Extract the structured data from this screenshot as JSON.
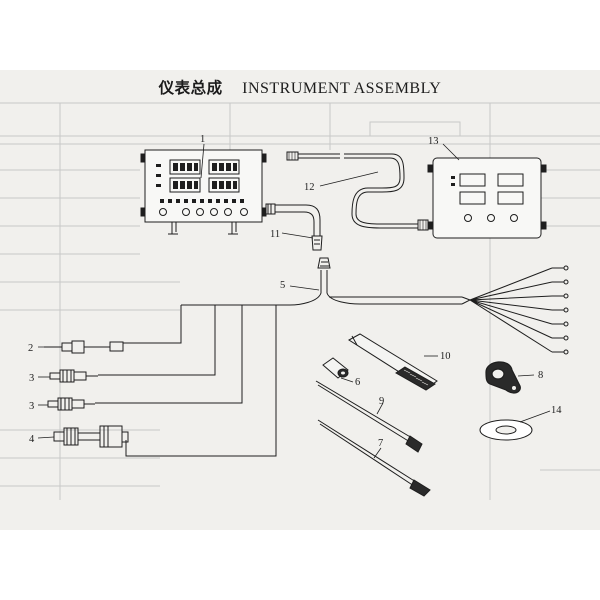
{
  "title": {
    "chinese": "仪表总成",
    "english": "INSTRUMENT ASSEMBLY"
  },
  "callouts": {
    "c1": "1",
    "c2": "2",
    "c3a": "3",
    "c3b": "3",
    "c4": "4",
    "c5": "5",
    "c6": "6",
    "c7": "7",
    "c8": "8",
    "c9": "9",
    "c10": "10",
    "c11": "11",
    "c12": "12",
    "c13": "13",
    "c14": "14"
  },
  "colors": {
    "paper": "#f1f0ed",
    "ink": "#1e1e1e",
    "faded_table": "#c4c4c4"
  }
}
